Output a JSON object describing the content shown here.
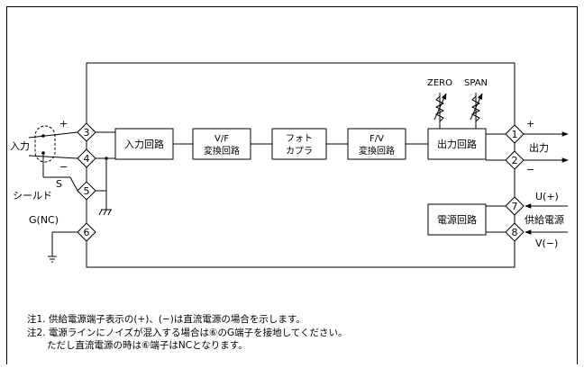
{
  "terminals": {
    "t1": "1",
    "t2": "2",
    "t3": "3",
    "t4": "4",
    "t5": "5",
    "t6": "6",
    "t7": "7",
    "t8": "8"
  },
  "input_side": {
    "input_label": "入力",
    "plus": "+",
    "minus": "−",
    "s_label": "S",
    "shield_label": "シールド",
    "g_label": "G(NC)"
  },
  "blocks": {
    "input_circuit": "入力回路",
    "vf_line1": "V/F",
    "vf_line2": "変換回路",
    "photo_line1": "フォト",
    "photo_line2": "カプラ",
    "fv_line1": "F/V",
    "fv_line2": "変換回路",
    "output_circuit": "出力回路",
    "power_circuit": "電源回路"
  },
  "adjusters": {
    "zero": "ZERO",
    "span": "SPAN"
  },
  "output_side": {
    "plus": "+",
    "minus": "−",
    "output_label": "出力",
    "u_label": "U(+)",
    "supply_label": "供給電源",
    "v_label": "V(−)"
  },
  "notes": {
    "note1": "注1. 供給電源端子表示の(+)、(−)は直流電源の場合を示します。",
    "note2": "注2. 電源ラインにノイズが混入する場合は⑥のG端子を接地してください。",
    "note2b": "ただし直流電源の時は⑥端子はNCとなります。"
  }
}
